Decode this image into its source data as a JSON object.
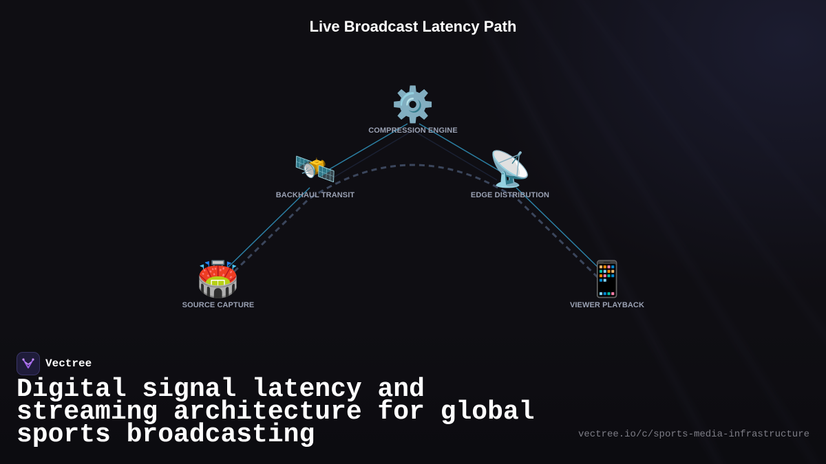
{
  "diagram": {
    "title": "Live Broadcast Latency Path",
    "nodes": [
      {
        "id": "source",
        "icon": "stadium-icon",
        "glyph": "🏟️",
        "label": "SOURCE CAPTURE"
      },
      {
        "id": "backhaul",
        "icon": "satellite-icon",
        "glyph": "🛰️",
        "label": "BACKHAUL TRANSIT"
      },
      {
        "id": "compression",
        "icon": "gear-icon",
        "glyph": "⚙️",
        "label": "COMPRESSION ENGINE"
      },
      {
        "id": "edge",
        "icon": "satellite-dish-icon",
        "glyph": "📡",
        "label": "EDGE DISTRIBUTION"
      },
      {
        "id": "viewer",
        "icon": "mobile-phone-icon",
        "glyph": "📱",
        "label": "VIEWER PLAYBACK"
      }
    ],
    "edges": [
      {
        "from": "source",
        "to": "backhaul"
      },
      {
        "from": "backhaul",
        "to": "compression"
      },
      {
        "from": "compression",
        "to": "edge"
      },
      {
        "from": "edge",
        "to": "viewer"
      }
    ],
    "colors": {
      "link": "#2b7fa3",
      "dashed_path": "#3b465c",
      "label": "#9aa1b3"
    }
  },
  "brand": {
    "name": "Vectree",
    "logo_icon": "vectree-logo-icon",
    "logo_color": "#9b5de5"
  },
  "headline": "Digital signal latency and streaming architecture for global sports broadcasting",
  "url": "vectree.io/c/sports-media-infrastructure"
}
